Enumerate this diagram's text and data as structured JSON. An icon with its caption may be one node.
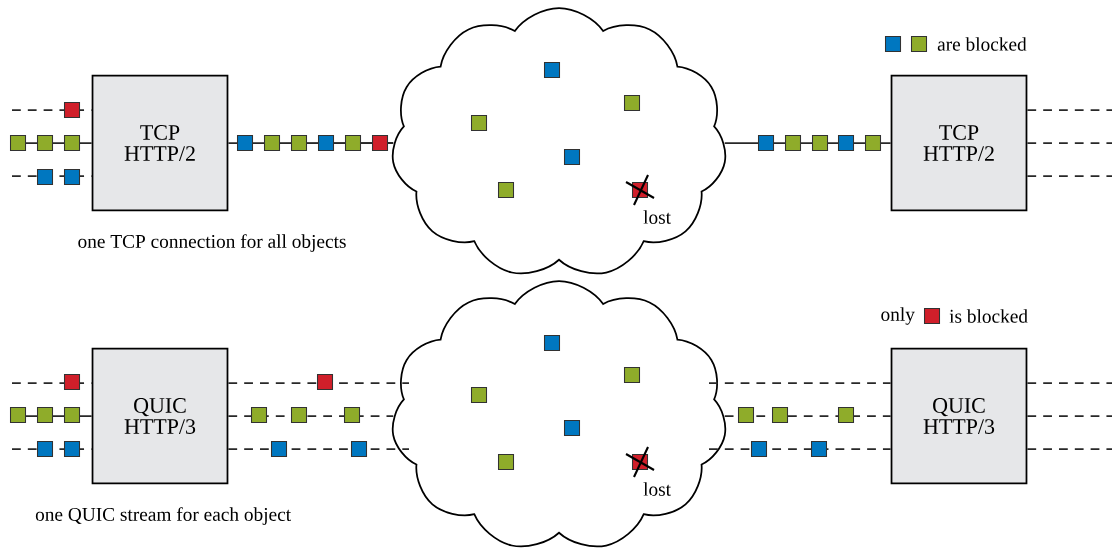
{
  "diagram": {
    "nodes": [
      {
        "text": [
          "TCP HTTP/2"
        ]
      },
      {
        "text": [],
        "shape": "cloud"
      },
      {
        "text": [
          "TCP HTTP/2"
        ]
      },
      {
        "text": [
          "QUIC HTTP/3"
        ]
      },
      {
        "text": [],
        "shape": "cloud"
      },
      {
        "text": [
          "QUIC HTTP/3"
        ]
      }
    ],
    "edges": [
      {
        "from": null,
        "to": 0,
        "arrow": "none",
        "style": "dashed"
      },
      {
        "from": null,
        "to": 0,
        "arrow": "none"
      },
      {
        "from": null,
        "to": 0,
        "arrow": "none",
        "style": "dashed"
      },
      {
        "from": 0,
        "to": 1,
        "arrow": "none"
      },
      {
        "from": 1,
        "to": 2,
        "arrow": "none"
      },
      {
        "from": 2,
        "to": null,
        "arrow": "none",
        "style": "dashed"
      },
      {
        "from": 2,
        "to": null,
        "arrow": "none",
        "style": "dashed"
      },
      {
        "from": 2,
        "to": null,
        "arrow": "none",
        "style": "dashed"
      },
      {
        "from": null,
        "to": 3,
        "arrow": "none",
        "style": "dashed"
      },
      {
        "from": null,
        "to": 3,
        "arrow": "none"
      },
      {
        "from": null,
        "to": 3,
        "arrow": "none",
        "style": "dashed"
      },
      {
        "from": 3,
        "to": 4,
        "arrow": "none",
        "style": "dashed"
      },
      {
        "from": 3,
        "to": 4,
        "arrow": "none",
        "style": "dashed"
      },
      {
        "from": 3,
        "to": 4,
        "arrow": "none",
        "style": "dashed"
      },
      {
        "from": 4,
        "to": 5,
        "arrow": "none",
        "style": "dashed"
      },
      {
        "from": 4,
        "to": 5,
        "arrow": "none",
        "style": "dashed"
      },
      {
        "from": 4,
        "to": 5,
        "arrow": "none",
        "style": "dashed"
      },
      {
        "from": 5,
        "to": null,
        "arrow": "none",
        "style": "dashed"
      },
      {
        "from": 5,
        "to": null,
        "arrow": "none",
        "style": "dashed"
      },
      {
        "from": 5,
        "to": null,
        "arrow": "none",
        "style": "dashed"
      }
    ],
    "labels": [
      "are blocked",
      "lost",
      "one TCP connection for all objects",
      "only",
      "is blocked",
      "lost",
      "one QUIC stream for each object"
    ]
  }
}
